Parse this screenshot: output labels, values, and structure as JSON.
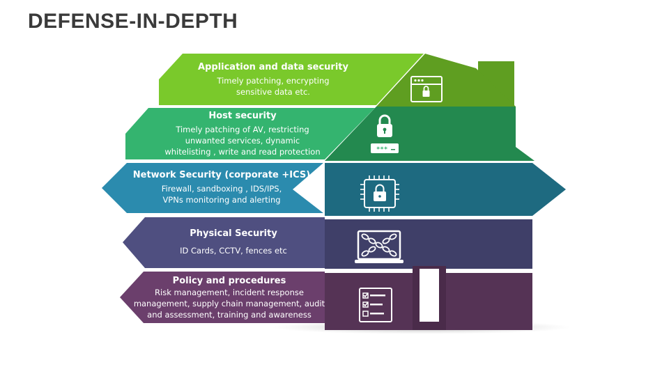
{
  "title": "DEFENSE-IN-DEPTH",
  "layers": [
    {
      "id": "application",
      "heading": "Application and data security",
      "description": "Timely patching, encrypting\nsensitive data etc.",
      "icon": "browser-lock-icon",
      "colors": {
        "arrow": "#7ac92b",
        "house": "#5f9e21",
        "edge": "#4f8a19"
      }
    },
    {
      "id": "host",
      "heading": "Host security",
      "description": "Timely patching of AV, restricting\nunwanted services, dynamic\nwhitelisting , write  and read protection",
      "icon": "padlock-password-icon",
      "colors": {
        "arrow": "#34b46f",
        "house": "#23894f",
        "edge": "#1b7342"
      }
    },
    {
      "id": "network",
      "heading": "Network Security (corporate +ICS)",
      "description": "Firewall, sandboxing , IDS/IPS,\nVPNs monitoring and alerting",
      "icon": "chip-lock-icon",
      "colors": {
        "arrow": "#2b8bae",
        "house": "#1e6a80",
        "edge": "#17566a"
      }
    },
    {
      "id": "physical",
      "heading": "Physical Security",
      "description": "ID Cards, CCTV, fences etc",
      "icon": "chained-laptop-icon",
      "colors": {
        "arrow": "#4f4f80",
        "house": "#3f3f68",
        "edge": "#33335a"
      }
    },
    {
      "id": "policy",
      "heading": "Policy and procedures",
      "description": "Risk management, incident response\nmanagement, supply chain management, audit\nand assessment, training and awareness",
      "icon": "checklist-icon",
      "colors": {
        "arrow": "#6b3f6c",
        "house": "#553355",
        "edge": "#472a47"
      }
    }
  ]
}
